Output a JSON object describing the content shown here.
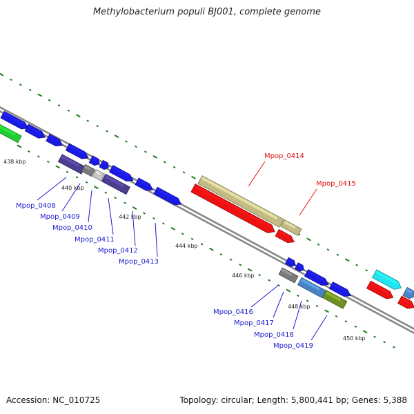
{
  "title": "Methylobacterium populi BJ001, complete genome",
  "footer": {
    "accession": "Accession: NC_010725",
    "topology": "Topology: circular; Length: 5,800,441 bp; Genes: 5,388"
  },
  "colors": {
    "blue": "#1a1ae6",
    "purple": "#4a3f8f",
    "gray_dark": "#7a7a7a",
    "gray_light": "#c8c8c8",
    "tan": "#c4bb84",
    "red": "#ee1111",
    "cyan": "#22e4ee",
    "steel": "#4a83c4",
    "olive": "#6e8f22",
    "green": "#22cc33",
    "ticks": "#1a7a1a",
    "backbone": "#888888",
    "label_blue": "#1a1acc",
    "label_red": "#dd1111"
  },
  "kbp_labels": [
    "438 kbp",
    "440 kbp",
    "442 kbp",
    "444 kbp",
    "446 kbp",
    "448 kbp",
    "450 kbp"
  ],
  "gene_labels": [
    "Mpop_0408",
    "Mpop_0409",
    "Mpop_0410",
    "Mpop_0411",
    "Mpop_0412",
    "Mpop_0413",
    "Mpop_0414",
    "Mpop_0415",
    "Mpop_0416",
    "Mpop_0417",
    "Mpop_0418",
    "Mpop_0419"
  ]
}
